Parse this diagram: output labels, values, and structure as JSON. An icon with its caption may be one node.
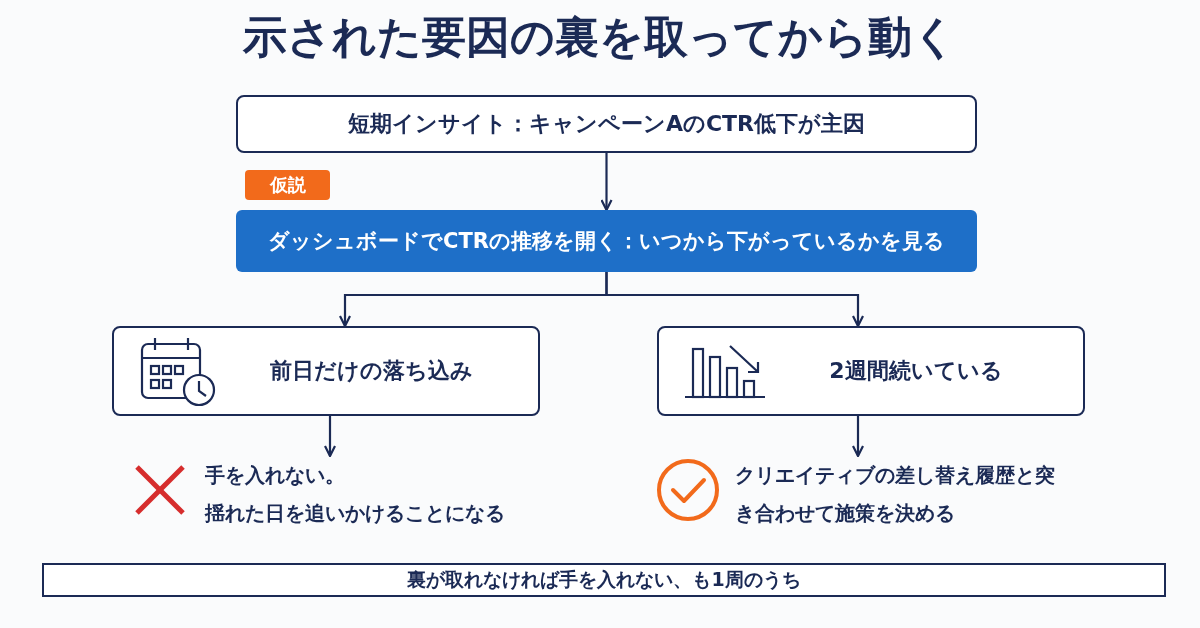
{
  "diagram": {
    "title": "示された要因の裏を取ってから動く",
    "nodes": [
      {
        "text": [
          "短期インサイト：キャンペーンAのCTR低下が主因"
        ]
      },
      {
        "text": [
          "仮説"
        ]
      },
      {
        "text": [
          "ダッシュボードでCTRの推移を開く：いつから下がっているかを見る"
        ]
      },
      {
        "text": [
          "前日だけの落ち込み"
        ]
      },
      {
        "text": [
          "2週間続いている"
        ]
      },
      {
        "text": [
          "手を入れない。",
          "揺れた日を追いかけることになる"
        ]
      },
      {
        "text": [
          "クリエイティブの差し替え履歴と突き合わせて施策を決める"
        ]
      },
      {
        "text": [
          "裏が取れなければ手を入れない、も1周のうち"
        ]
      }
    ],
    "edges": [
      {
        "from": 0,
        "to": 2,
        "arrow": "to"
      },
      {
        "from": 2,
        "to": 3,
        "arrow": "to"
      },
      {
        "from": 2,
        "to": 4,
        "arrow": "to"
      },
      {
        "from": 3,
        "to": 5,
        "arrow": "to"
      },
      {
        "from": 4,
        "to": 6,
        "arrow": "to"
      }
    ]
  }
}
